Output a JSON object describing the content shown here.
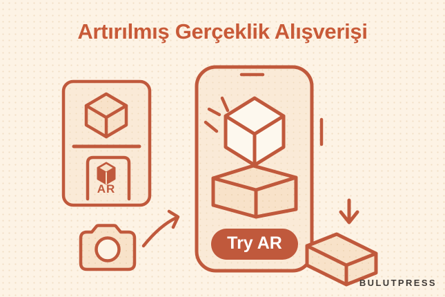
{
  "header": {
    "title": "Artırılmış Gerçeklik Alışverişi"
  },
  "card": {
    "ar_label": "AR"
  },
  "phone": {
    "try_ar_label": "Try AR"
  },
  "footer": {
    "brand": "BULUTPRESS"
  },
  "icons": {
    "product_cube": "isometric-cube",
    "ar_marker_cube": "small-filled-cube",
    "camera": "photo-camera-outline",
    "transfer_arrow": "curved-arrow-up-right",
    "sparkle": "three-shine-rays",
    "wireframe_cube": "isometric-cube-white",
    "product_box": "3d-carton-box",
    "drop_arrow": "arrow-down",
    "delivered_box": "3d-carton-box-small"
  },
  "colors": {
    "background": "#fdf3e5",
    "accent": "#c0593c",
    "title": "#c85a38",
    "panel_fill": "#faead7",
    "shape_fill": "#f8e2c9",
    "white_fill": "#fdf8ee",
    "brand_text": "#3f3a36",
    "button_text": "#ffffff"
  }
}
